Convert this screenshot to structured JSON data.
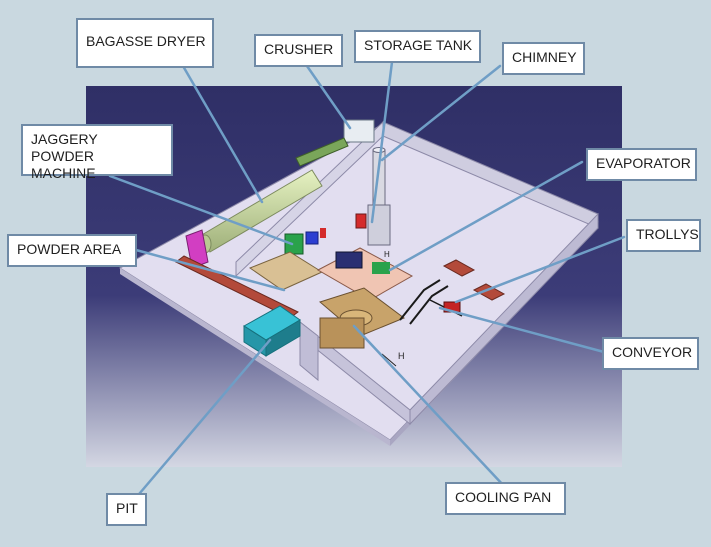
{
  "colors": {
    "background": "#c9d8e0",
    "viewport_top": "#2f2f66",
    "viewport_bottom": "#d4d7e3",
    "floor": "#e2def0",
    "wall": "#cfcde0",
    "leader_line": "#6f9ec6",
    "label_border": "#6f8aa6"
  },
  "labels": {
    "bagasse_dryer": "BAGASSE DRYER",
    "crusher": "CRUSHER",
    "storage_tank": "STORAGE TANK",
    "chimney": "CHIMNEY",
    "jaggery_powder_machine_line1": "JAGGERY POWDER",
    "jaggery_powder_machine_line2": "MACHINE",
    "evaporator": "EVAPORATOR",
    "trollys": "TROLLYS",
    "powder_area": "POWDER AREA",
    "conveyor": "CONVEYOR",
    "pit": "PIT",
    "cooling_pan": "COOLING PAN"
  },
  "dimension_marks": [
    "H",
    "H"
  ]
}
